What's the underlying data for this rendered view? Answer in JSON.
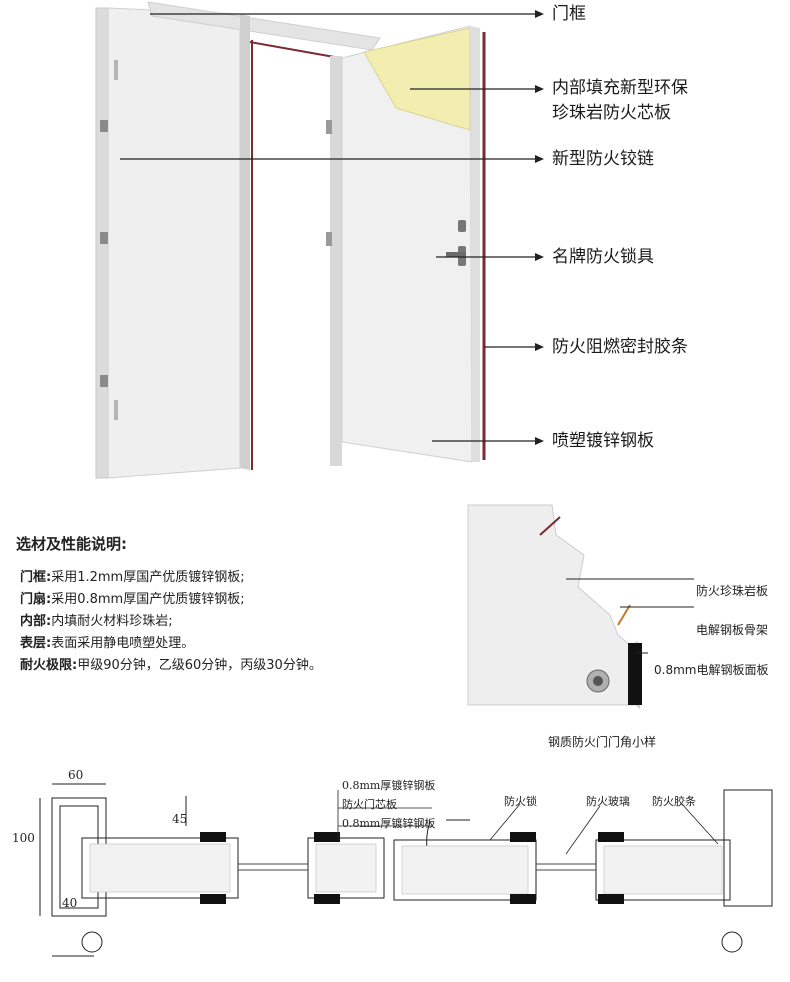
{
  "callouts": {
    "frame": "门框",
    "core_line1": "内部填充新型环保",
    "core_line2": "珍珠岩防火芯板",
    "hinge": "新型防火铰链",
    "lock": "名牌防火锁具",
    "seal": "防火阻燃密封胶条",
    "panel": "喷塑镀锌钢板"
  },
  "specs": {
    "title": "选材及性能说明:",
    "lines": [
      {
        "key": "门框:",
        "value": "采用1.2mm厚国产优质镀锌钢板;"
      },
      {
        "key": "门扇:",
        "value": "采用0.8mm厚国产优质镀锌钢板;"
      },
      {
        "key": "内部:",
        "value": "内填耐火材料珍珠岩;"
      },
      {
        "key": "表层:",
        "value": "表面采用静电喷塑处理。"
      },
      {
        "key": "耐火极限:",
        "value": "甲级90分钟，乙级60分钟，丙级30分钟。"
      }
    ]
  },
  "sample": {
    "labels": [
      "防火珍珠岩板",
      "电解钢板骨架",
      "0.8mm电解钢板面板"
    ],
    "caption": "钢质防火门门角小样"
  },
  "section": {
    "layers": [
      "0.8mm厚镀锌钢板",
      "防火门芯板",
      "0.8mm厚镀锌钢板"
    ],
    "parts": [
      "防火锁",
      "防火玻璃",
      "防火胶条"
    ],
    "dims": [
      "60",
      "100",
      "45",
      "40"
    ]
  },
  "colors": {
    "door": "#eeeeee",
    "core": "#f1eeb0",
    "seal": "#7a2a30",
    "line": "#222222"
  }
}
